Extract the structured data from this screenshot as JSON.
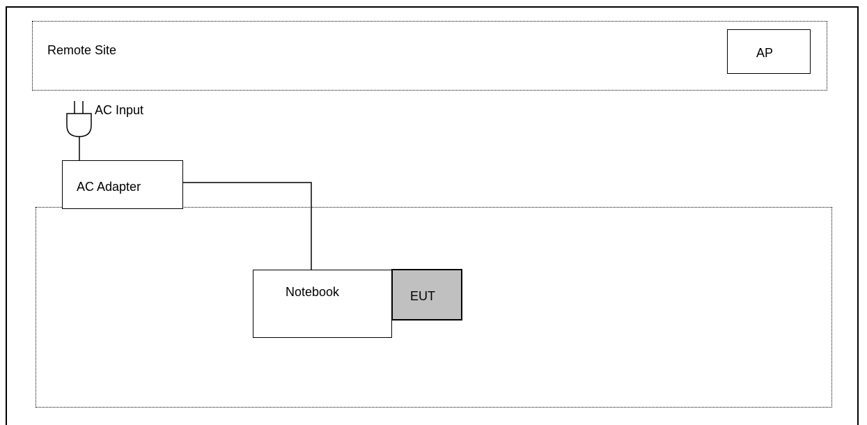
{
  "diagram": {
    "remote_site_label": "Remote Site",
    "ap_label": "AP",
    "ac_input_label": "AC Input",
    "ac_adapter_label": "AC Adapter",
    "notebook_label": "Notebook",
    "eut_label": "EUT"
  },
  "colors": {
    "line": "#000000",
    "eut_fill": "#c0c0c0",
    "background": "#ffffff"
  }
}
